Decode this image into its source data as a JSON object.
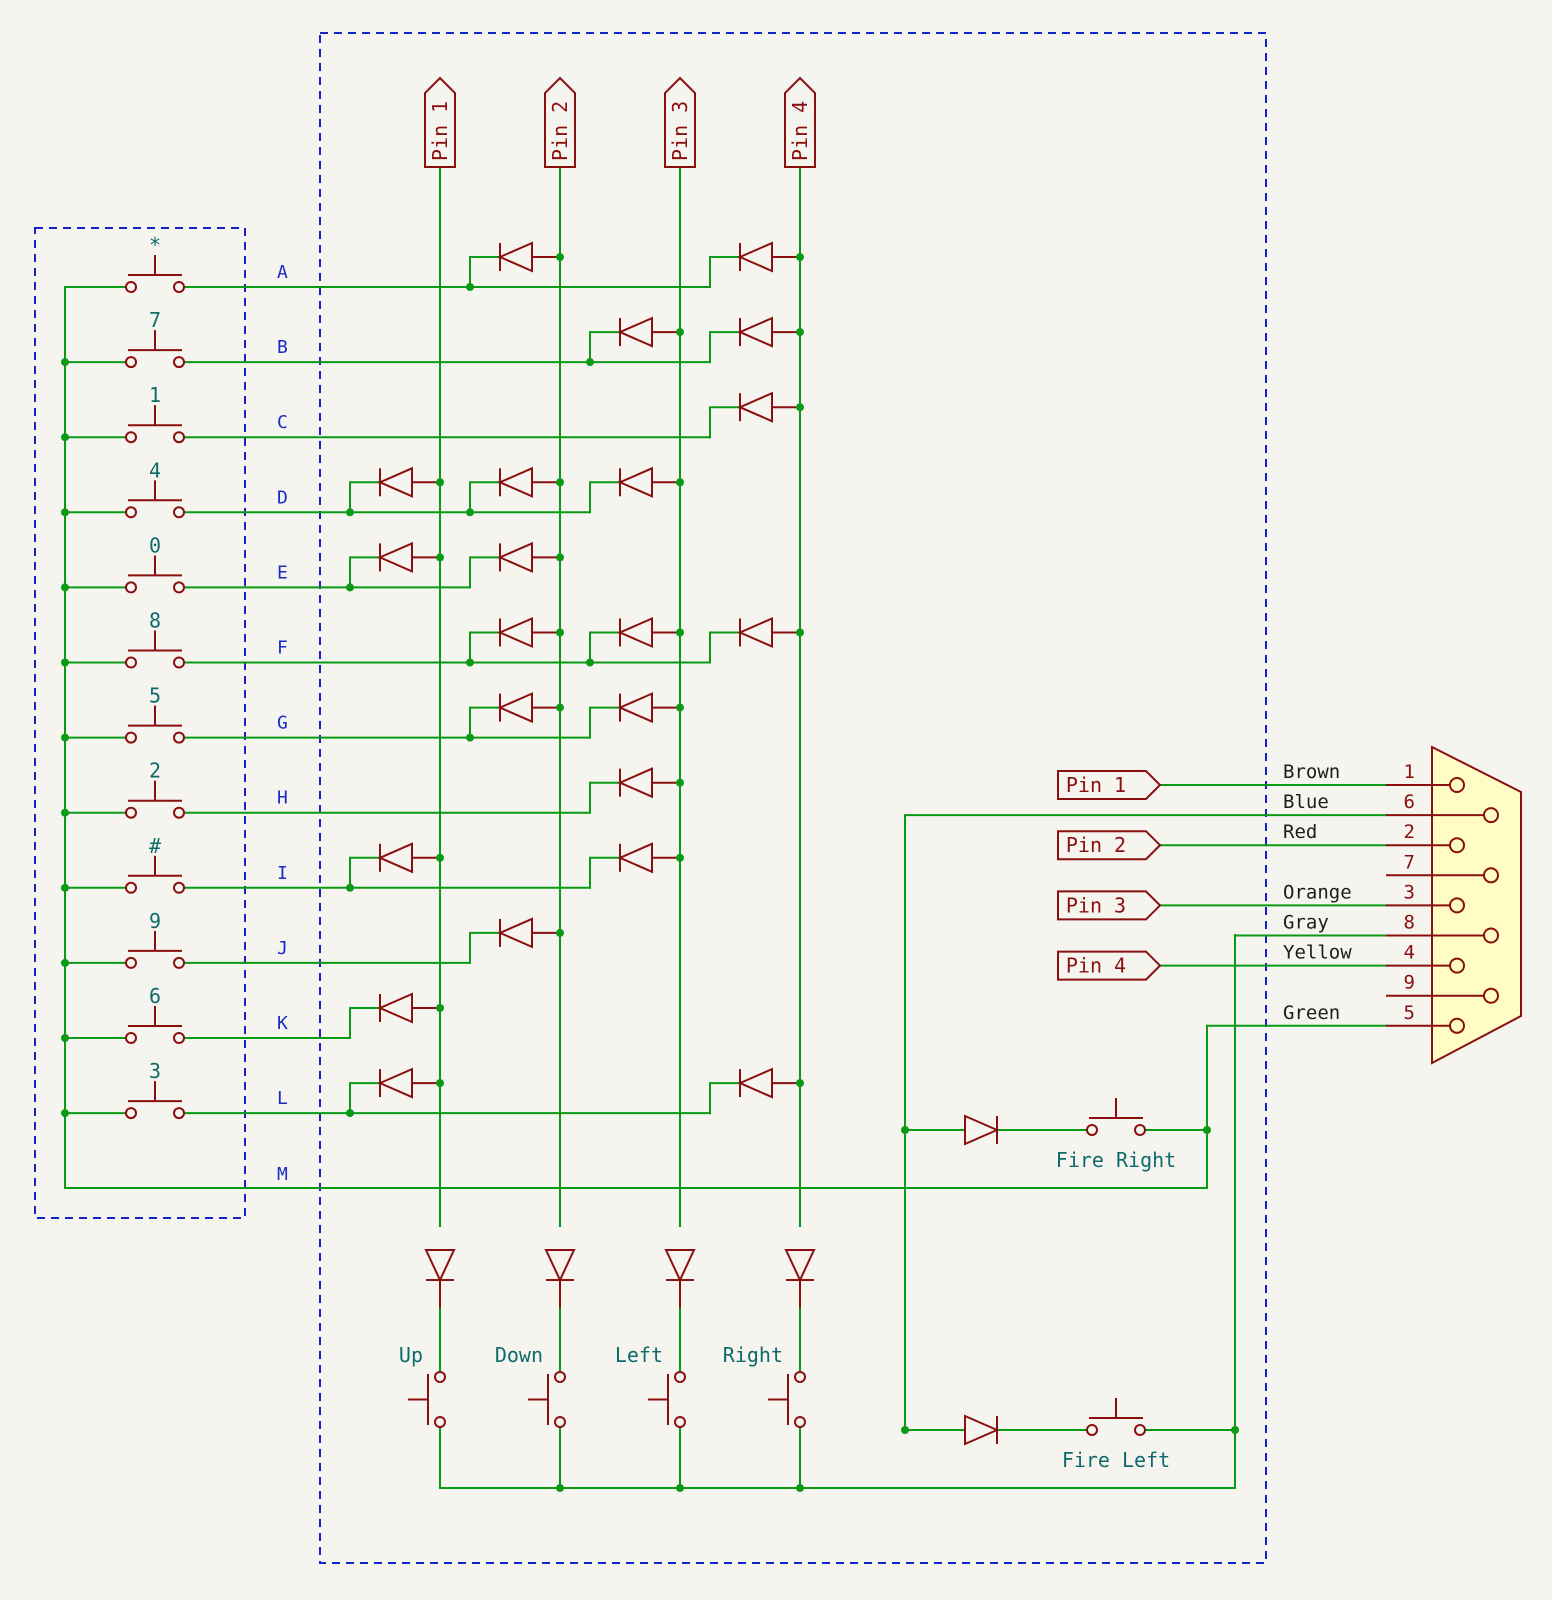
{
  "keypad": {
    "rows": [
      {
        "key": "*",
        "net": "A"
      },
      {
        "key": "7",
        "net": "B"
      },
      {
        "key": "1",
        "net": "C"
      },
      {
        "key": "4",
        "net": "D"
      },
      {
        "key": "0",
        "net": "E"
      },
      {
        "key": "8",
        "net": "F"
      },
      {
        "key": "5",
        "net": "G"
      },
      {
        "key": "2",
        "net": "H"
      },
      {
        "key": "#",
        "net": "I"
      },
      {
        "key": "9",
        "net": "J"
      },
      {
        "key": "6",
        "net": "K"
      },
      {
        "key": "3",
        "net": "L"
      }
    ],
    "common_net": "M"
  },
  "top_pins": [
    "Pin 1",
    "Pin 2",
    "Pin 3",
    "Pin 4"
  ],
  "matrix": {
    "A": [
      2,
      4
    ],
    "B": [
      3,
      4
    ],
    "C": [
      4
    ],
    "D": [
      1,
      2,
      3
    ],
    "E": [
      1,
      2
    ],
    "F": [
      2,
      3,
      4
    ],
    "G": [
      2,
      3
    ],
    "H": [
      3
    ],
    "I": [
      1,
      3
    ],
    "J": [
      2
    ],
    "K": [
      1
    ],
    "L": [
      1,
      4
    ]
  },
  "directions": [
    "Up",
    "Down",
    "Left",
    "Right"
  ],
  "fire_buttons": {
    "right": "Fire Right",
    "left": "Fire Left"
  },
  "connector": {
    "pins": [
      {
        "num": "1",
        "wire": "Brown",
        "flag": "Pin 1"
      },
      {
        "num": "6",
        "wire": "Blue",
        "flag": ""
      },
      {
        "num": "2",
        "wire": "Red",
        "flag": "Pin 2"
      },
      {
        "num": "7",
        "wire": "",
        "flag": ""
      },
      {
        "num": "3",
        "wire": "Orange",
        "flag": "Pin 3"
      },
      {
        "num": "8",
        "wire": "Gray",
        "flag": ""
      },
      {
        "num": "4",
        "wire": "Yellow",
        "flag": "Pin 4"
      },
      {
        "num": "9",
        "wire": "",
        "flag": ""
      },
      {
        "num": "5",
        "wire": "Green",
        "flag": ""
      }
    ]
  },
  "colors": {
    "wire": "#0b9a15",
    "symbol": "#8a0f0f",
    "border": "#1022c8",
    "connector_fill": "#fffcc4"
  }
}
